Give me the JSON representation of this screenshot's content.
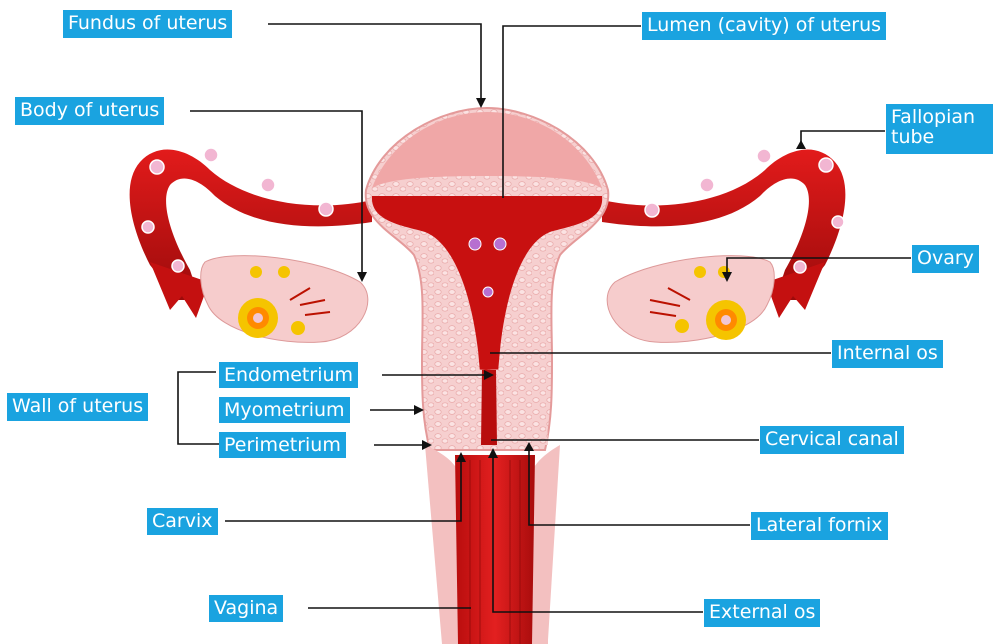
{
  "labels": {
    "fundus": "Fundus of uterus",
    "lumen": "Lumen (cavity) of uterus",
    "body": "Body of uterus",
    "fallopian_line1": "Fallopian",
    "fallopian_line2": "tube",
    "ovary": "Ovary",
    "internal_os": "Internal os",
    "endometrium": "Endometrium",
    "wall": "Wall of uterus",
    "myometrium": "Myometrium",
    "perimetrium": "Perimetrium",
    "cervical_canal": "Cervical canal",
    "carvix": "Carvix",
    "lateral_fornix": "Lateral fornix",
    "vagina": "Vagina",
    "external_os": "External os"
  },
  "colors": {
    "label_bg": "#1aa3e0",
    "label_text": "#ffffff",
    "tissue_red": "#d11414",
    "tissue_dark": "#8c0a0a",
    "tissue_pink": "#f4c4c4",
    "tissue_pale": "#fadada",
    "follicle_yellow": "#f5c400",
    "leader_line": "#111111"
  }
}
